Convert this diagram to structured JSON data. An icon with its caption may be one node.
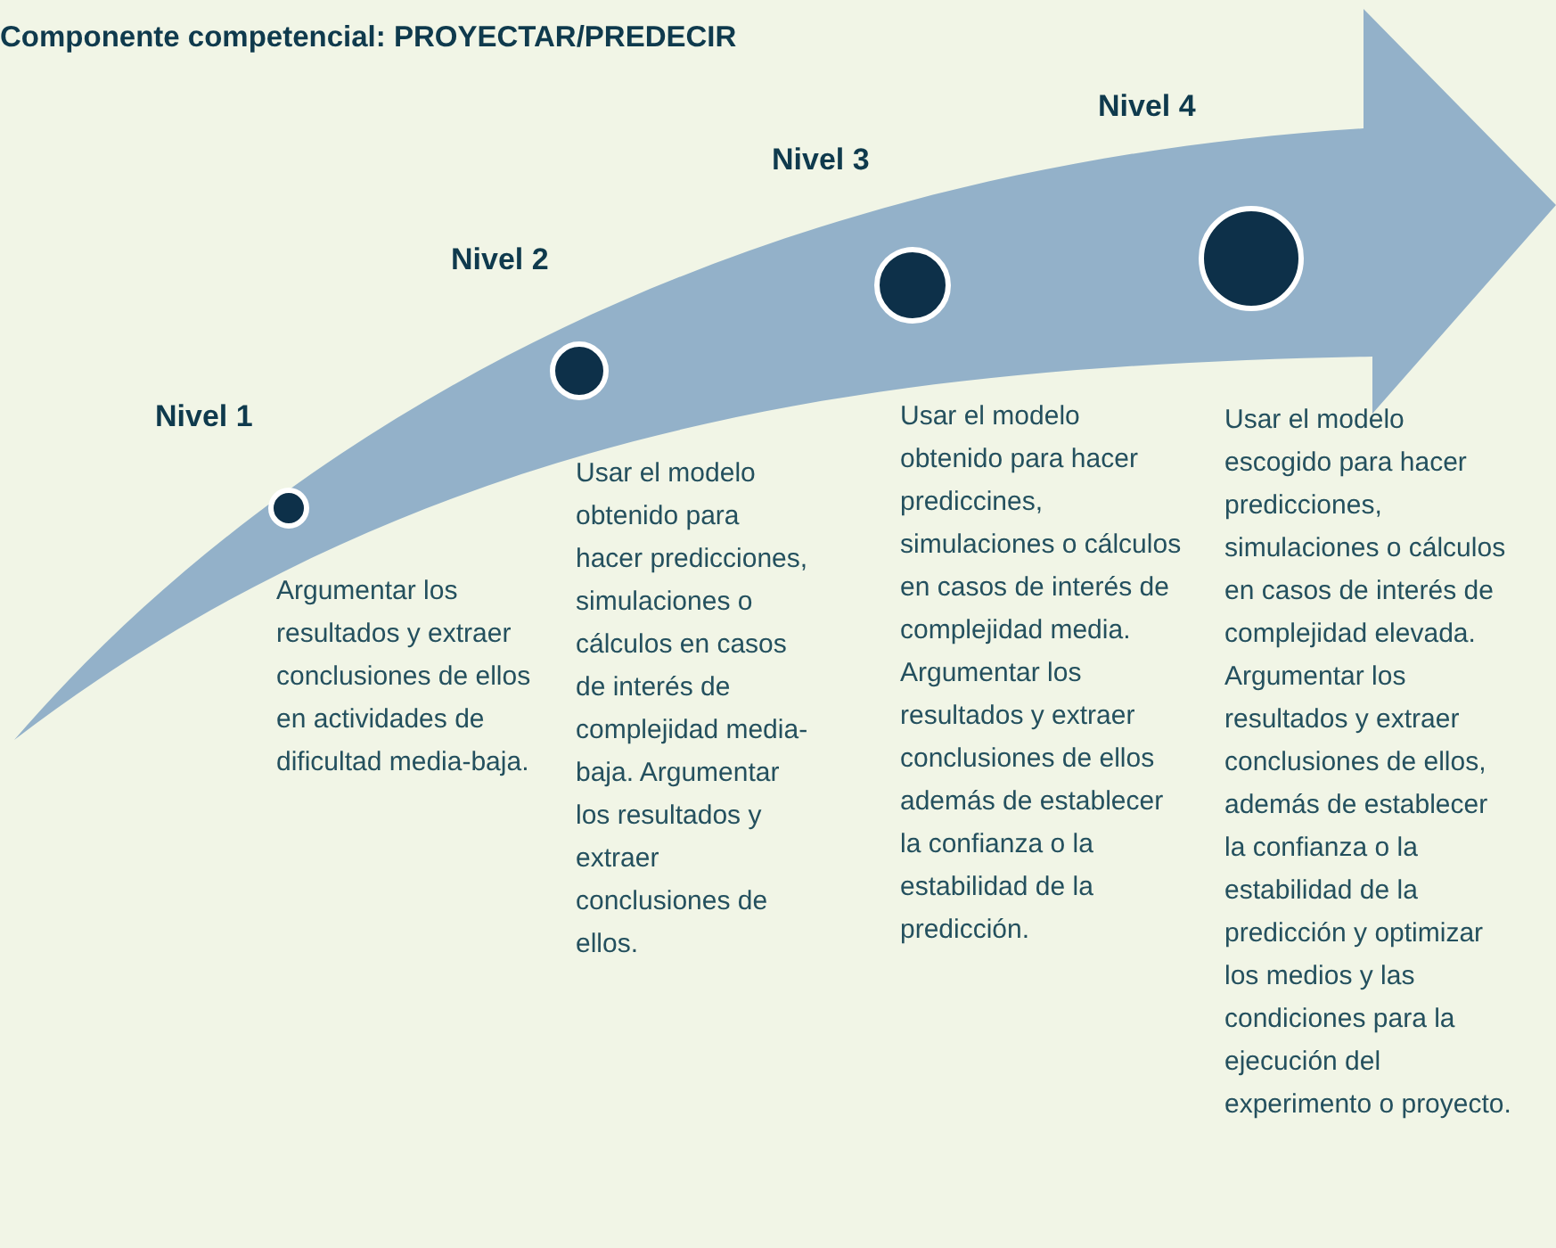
{
  "diagram": {
    "title": "Componente competencial: PROYECTAR/PREDECIR",
    "nodes": [
      {
        "text": [
          "Nivel 1",
          "Argumentar los resultados y extraer conclusiones de ellos en actividades de dificultad media-baja."
        ]
      },
      {
        "text": [
          "Nivel 2",
          "Usar el modelo obtenido para hacer predicciones, simulaciones o cálculos en casos de interés de complejidad media-baja. Argumentar los resultados y extraer conclusiones de ellos."
        ]
      },
      {
        "text": [
          "Nivel 3",
          "Usar el modelo obtenido para hacer prediccines, simulaciones o cálculos en casos de interés de complejidad media. Argumentar los resultados y extraer conclusiones de ellos además de establecer la confianza o la estabilidad de la predicción."
        ]
      },
      {
        "text": [
          "Nivel 4",
          "Usar el modelo escogido para hacer predicciones, simulaciones o cálculos en casos de interés de complejidad elevada. Argumentar los resultados y extraer conclusiones de ellos, además de establecer la confianza o la estabilidad de la predicción y optimizar los medios y las condiciones para la ejecución del experimento o proyecto."
        ]
      }
    ]
  }
}
